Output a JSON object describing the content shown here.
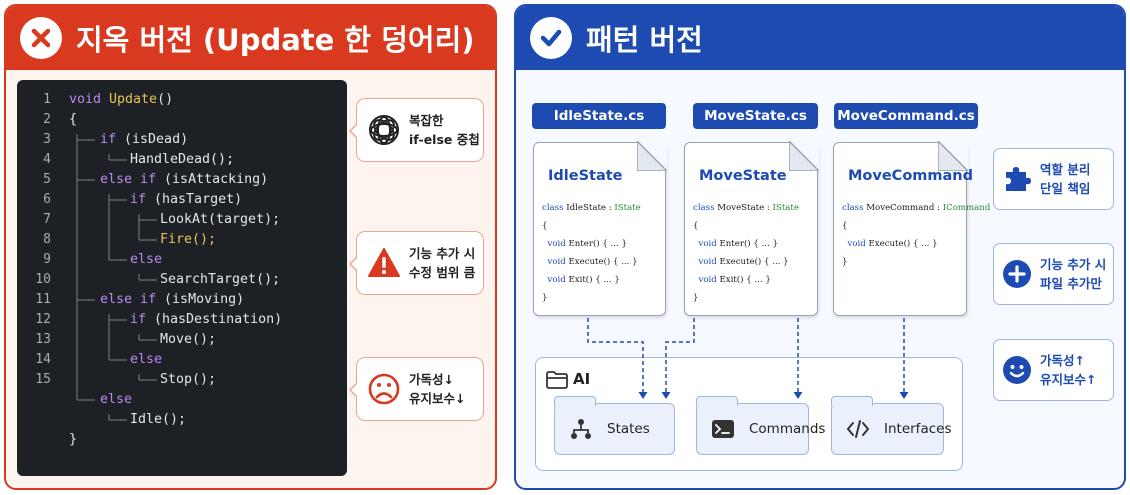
{
  "left": {
    "title": "지옥 버전 (Update 한 덩어리)",
    "code_lines": [
      {
        "num": "1",
        "parts": [
          {
            "t": "void ",
            "c": "k"
          },
          {
            "t": "Update",
            "c": "f"
          },
          {
            "t": "()",
            "c": "w"
          }
        ]
      },
      {
        "num": "2",
        "parts": [
          {
            "t": "{",
            "c": "w"
          }
        ]
      },
      {
        "num": "3",
        "parts": [
          {
            "t": "if ",
            "c": "k"
          },
          {
            "t": "(isDead)",
            "c": "w"
          }
        ]
      },
      {
        "num": "4",
        "parts": [
          {
            "t": "HandleDead();",
            "c": "w"
          }
        ]
      },
      {
        "num": "5",
        "parts": [
          {
            "t": "else if ",
            "c": "k"
          },
          {
            "t": "(isAttacking)",
            "c": "w"
          }
        ]
      },
      {
        "num": "6",
        "parts": [
          {
            "t": "if ",
            "c": "k"
          },
          {
            "t": "(hasTarget)",
            "c": "w"
          }
        ]
      },
      {
        "num": "7",
        "parts": [
          {
            "t": "LookAt(target);",
            "c": "w"
          }
        ]
      },
      {
        "num": "8",
        "parts": [
          {
            "t": "Fire",
            "c": "f"
          },
          {
            "t": "();",
            "c": "f"
          }
        ]
      },
      {
        "num": "9",
        "parts": [
          {
            "t": "else",
            "c": "k"
          }
        ]
      },
      {
        "num": "10",
        "parts": [
          {
            "t": "SearchTarget();",
            "c": "w"
          }
        ]
      },
      {
        "num": "11",
        "parts": [
          {
            "t": "else if ",
            "c": "k"
          },
          {
            "t": "(isMoving)",
            "c": "w"
          }
        ]
      },
      {
        "num": "12",
        "parts": [
          {
            "t": "if ",
            "c": "k"
          },
          {
            "t": "(hasDestination)",
            "c": "w"
          }
        ]
      },
      {
        "num": "13",
        "parts": [
          {
            "t": "Move();",
            "c": "w"
          }
        ]
      },
      {
        "num": "14",
        "parts": [
          {
            "t": "else",
            "c": "k"
          }
        ]
      },
      {
        "num": "15",
        "parts": [
          {
            "t": "Stop();",
            "c": "w"
          }
        ]
      },
      {
        "num": "",
        "parts": [
          {
            "t": "else",
            "c": "k"
          }
        ]
      },
      {
        "num": "",
        "parts": [
          {
            "t": "Idle();",
            "c": "w"
          }
        ]
      },
      {
        "num": "",
        "parts": [
          {
            "t": "}",
            "c": "w"
          }
        ]
      }
    ],
    "callouts": [
      {
        "icon": "tangle-icon",
        "line1": "복잡한",
        "line2": "if-else 중첩"
      },
      {
        "icon": "warning-icon",
        "line1": "기능 추가 시",
        "line2": "수정 범위 큼"
      },
      {
        "icon": "sad-face-icon",
        "line1": "가독성↓",
        "line2": "유지보수↓"
      }
    ]
  },
  "right": {
    "title": "패턴 버전",
    "files": [
      {
        "filename": "IdleState.cs",
        "class_name": "IdleState",
        "lines": [
          [
            {
              "t": "class ",
              "c": "ck"
            },
            {
              "t": "IdleState",
              "c": ""
            },
            {
              "t": " : ",
              "c": ""
            },
            {
              "t": "IState",
              "c": "ci"
            }
          ],
          [
            {
              "t": "{",
              "c": ""
            }
          ],
          [
            {
              "t": "  void ",
              "c": "ck"
            },
            {
              "t": "Enter() { ... }",
              "c": ""
            }
          ],
          [
            {
              "t": "  void ",
              "c": "ck"
            },
            {
              "t": "Execute() { ... }",
              "c": ""
            }
          ],
          [
            {
              "t": "  void ",
              "c": "ck"
            },
            {
              "t": "Exit() { ... }",
              "c": ""
            }
          ],
          [
            {
              "t": "}",
              "c": ""
            }
          ]
        ]
      },
      {
        "filename": "MoveState.cs",
        "class_name": "MoveState",
        "lines": [
          [
            {
              "t": "class ",
              "c": "ck"
            },
            {
              "t": "MoveState",
              "c": ""
            },
            {
              "t": " : ",
              "c": ""
            },
            {
              "t": "IState",
              "c": "ci"
            }
          ],
          [
            {
              "t": "{",
              "c": ""
            }
          ],
          [
            {
              "t": "  void ",
              "c": "ck"
            },
            {
              "t": "Enter() { ... }",
              "c": ""
            }
          ],
          [
            {
              "t": "  void ",
              "c": "ck"
            },
            {
              "t": "Execute() { ... }",
              "c": ""
            }
          ],
          [
            {
              "t": "  void ",
              "c": "ck"
            },
            {
              "t": "Exit() { ... }",
              "c": ""
            }
          ],
          [
            {
              "t": "}",
              "c": ""
            }
          ]
        ]
      },
      {
        "filename": "MoveCommand.cs",
        "class_name": "MoveCommand",
        "lines": [
          [
            {
              "t": "class ",
              "c": "ck"
            },
            {
              "t": "MoveCommand",
              "c": ""
            },
            {
              "t": " : ",
              "c": ""
            },
            {
              "t": "ICommand",
              "c": "ci"
            }
          ],
          [
            {
              "t": "{",
              "c": ""
            }
          ],
          [
            {
              "t": "  void ",
              "c": "ck"
            },
            {
              "t": "Execute() { ... }",
              "c": ""
            }
          ],
          [
            {
              "t": "}",
              "c": ""
            }
          ]
        ]
      }
    ],
    "folder": {
      "name": "AI",
      "subfolders": [
        {
          "name": "States",
          "icon": "hierarchy-icon"
        },
        {
          "name": "Commands",
          "icon": "terminal-icon"
        },
        {
          "name": "Interfaces",
          "icon": "code-icon"
        }
      ]
    },
    "benefits": [
      {
        "icon": "puzzle-icon",
        "line1": "역할 분리",
        "line2": "단일 책임"
      },
      {
        "icon": "plus-circle-icon",
        "line1": "기능 추가 시",
        "line2": "파일 추가만"
      },
      {
        "icon": "smile-icon",
        "line1": "가독성↑",
        "line2": "유지보수↑"
      }
    ]
  },
  "colors": {
    "hell_red": "#d8391f",
    "pattern_blue": "#1d4bb2",
    "code_bg": "#1d2024",
    "keyword_purple": "#b889f0",
    "highlight_yellow": "#e8c35a"
  }
}
